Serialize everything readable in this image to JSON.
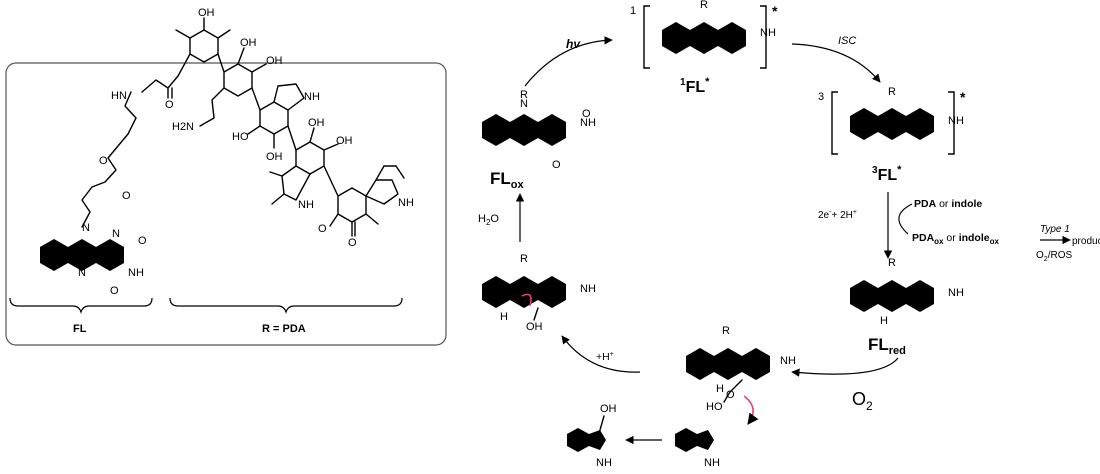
{
  "labels": {
    "hv": "hv",
    "isc": "ISC",
    "fl": "FL",
    "r_pda": "R = PDA",
    "fl_ox_main": "FL",
    "fl_ox_sub": "ox",
    "singlet_sup": "1",
    "singlet_main": "FL",
    "triplet_sup": "3",
    "triplet_main": "FL",
    "star": "*",
    "bracket_one": "1",
    "bracket_three": "3",
    "electrons": "2e",
    "electrons_plus": "+ 2H",
    "pda_or_indole_a": "PDA",
    "pda_or_indole_b": " or ",
    "pda_or_indole_c": "indole",
    "pda_ox_a": "PDA",
    "pda_ox_sub": "ox",
    "pda_ox_b": " or ",
    "indole_ox_a": "indole",
    "indole_ox_sub": "ox",
    "type1": "Type 1",
    "products": "products",
    "o2_ros": "O",
    "o2_ros_sub": "2",
    "o2_ros_tail": "/ROS",
    "fl_red_main": "FL",
    "fl_red_sub": "red",
    "o2_main": "O",
    "o2_sub": "2",
    "h_plus": "+H",
    "h2o": "H",
    "h2o_sub": "2",
    "h2o_tail": "O"
  },
  "atoms": {
    "N": "N",
    "NH": "NH",
    "H": "H",
    "O": "O",
    "OH": "OH",
    "R": "R",
    "H2N": "H2N",
    "HN": "HN",
    "NH_low": "NH",
    "HO": "HO"
  },
  "colors": {
    "hv": "#2233cc",
    "curly": "#e0457b",
    "box_border": "#555555"
  }
}
